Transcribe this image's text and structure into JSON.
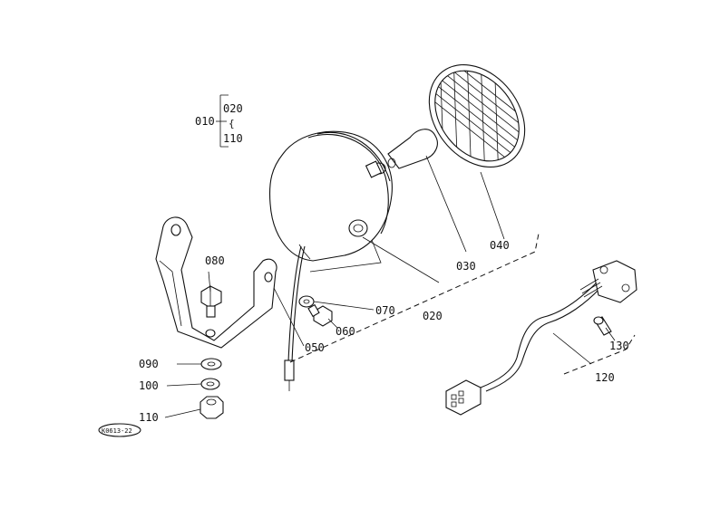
{
  "diagram": {
    "labels": {
      "p010": "010",
      "p020_top": "020",
      "p110_top": "110",
      "p020": "020",
      "p030": "030",
      "p040": "040",
      "p050": "050",
      "p060": "060",
      "p070": "070",
      "p080": "080",
      "p090": "090",
      "p100": "100",
      "p110": "110",
      "p120": "120",
      "p130": "130",
      "stamp": "K0613-22"
    }
  }
}
